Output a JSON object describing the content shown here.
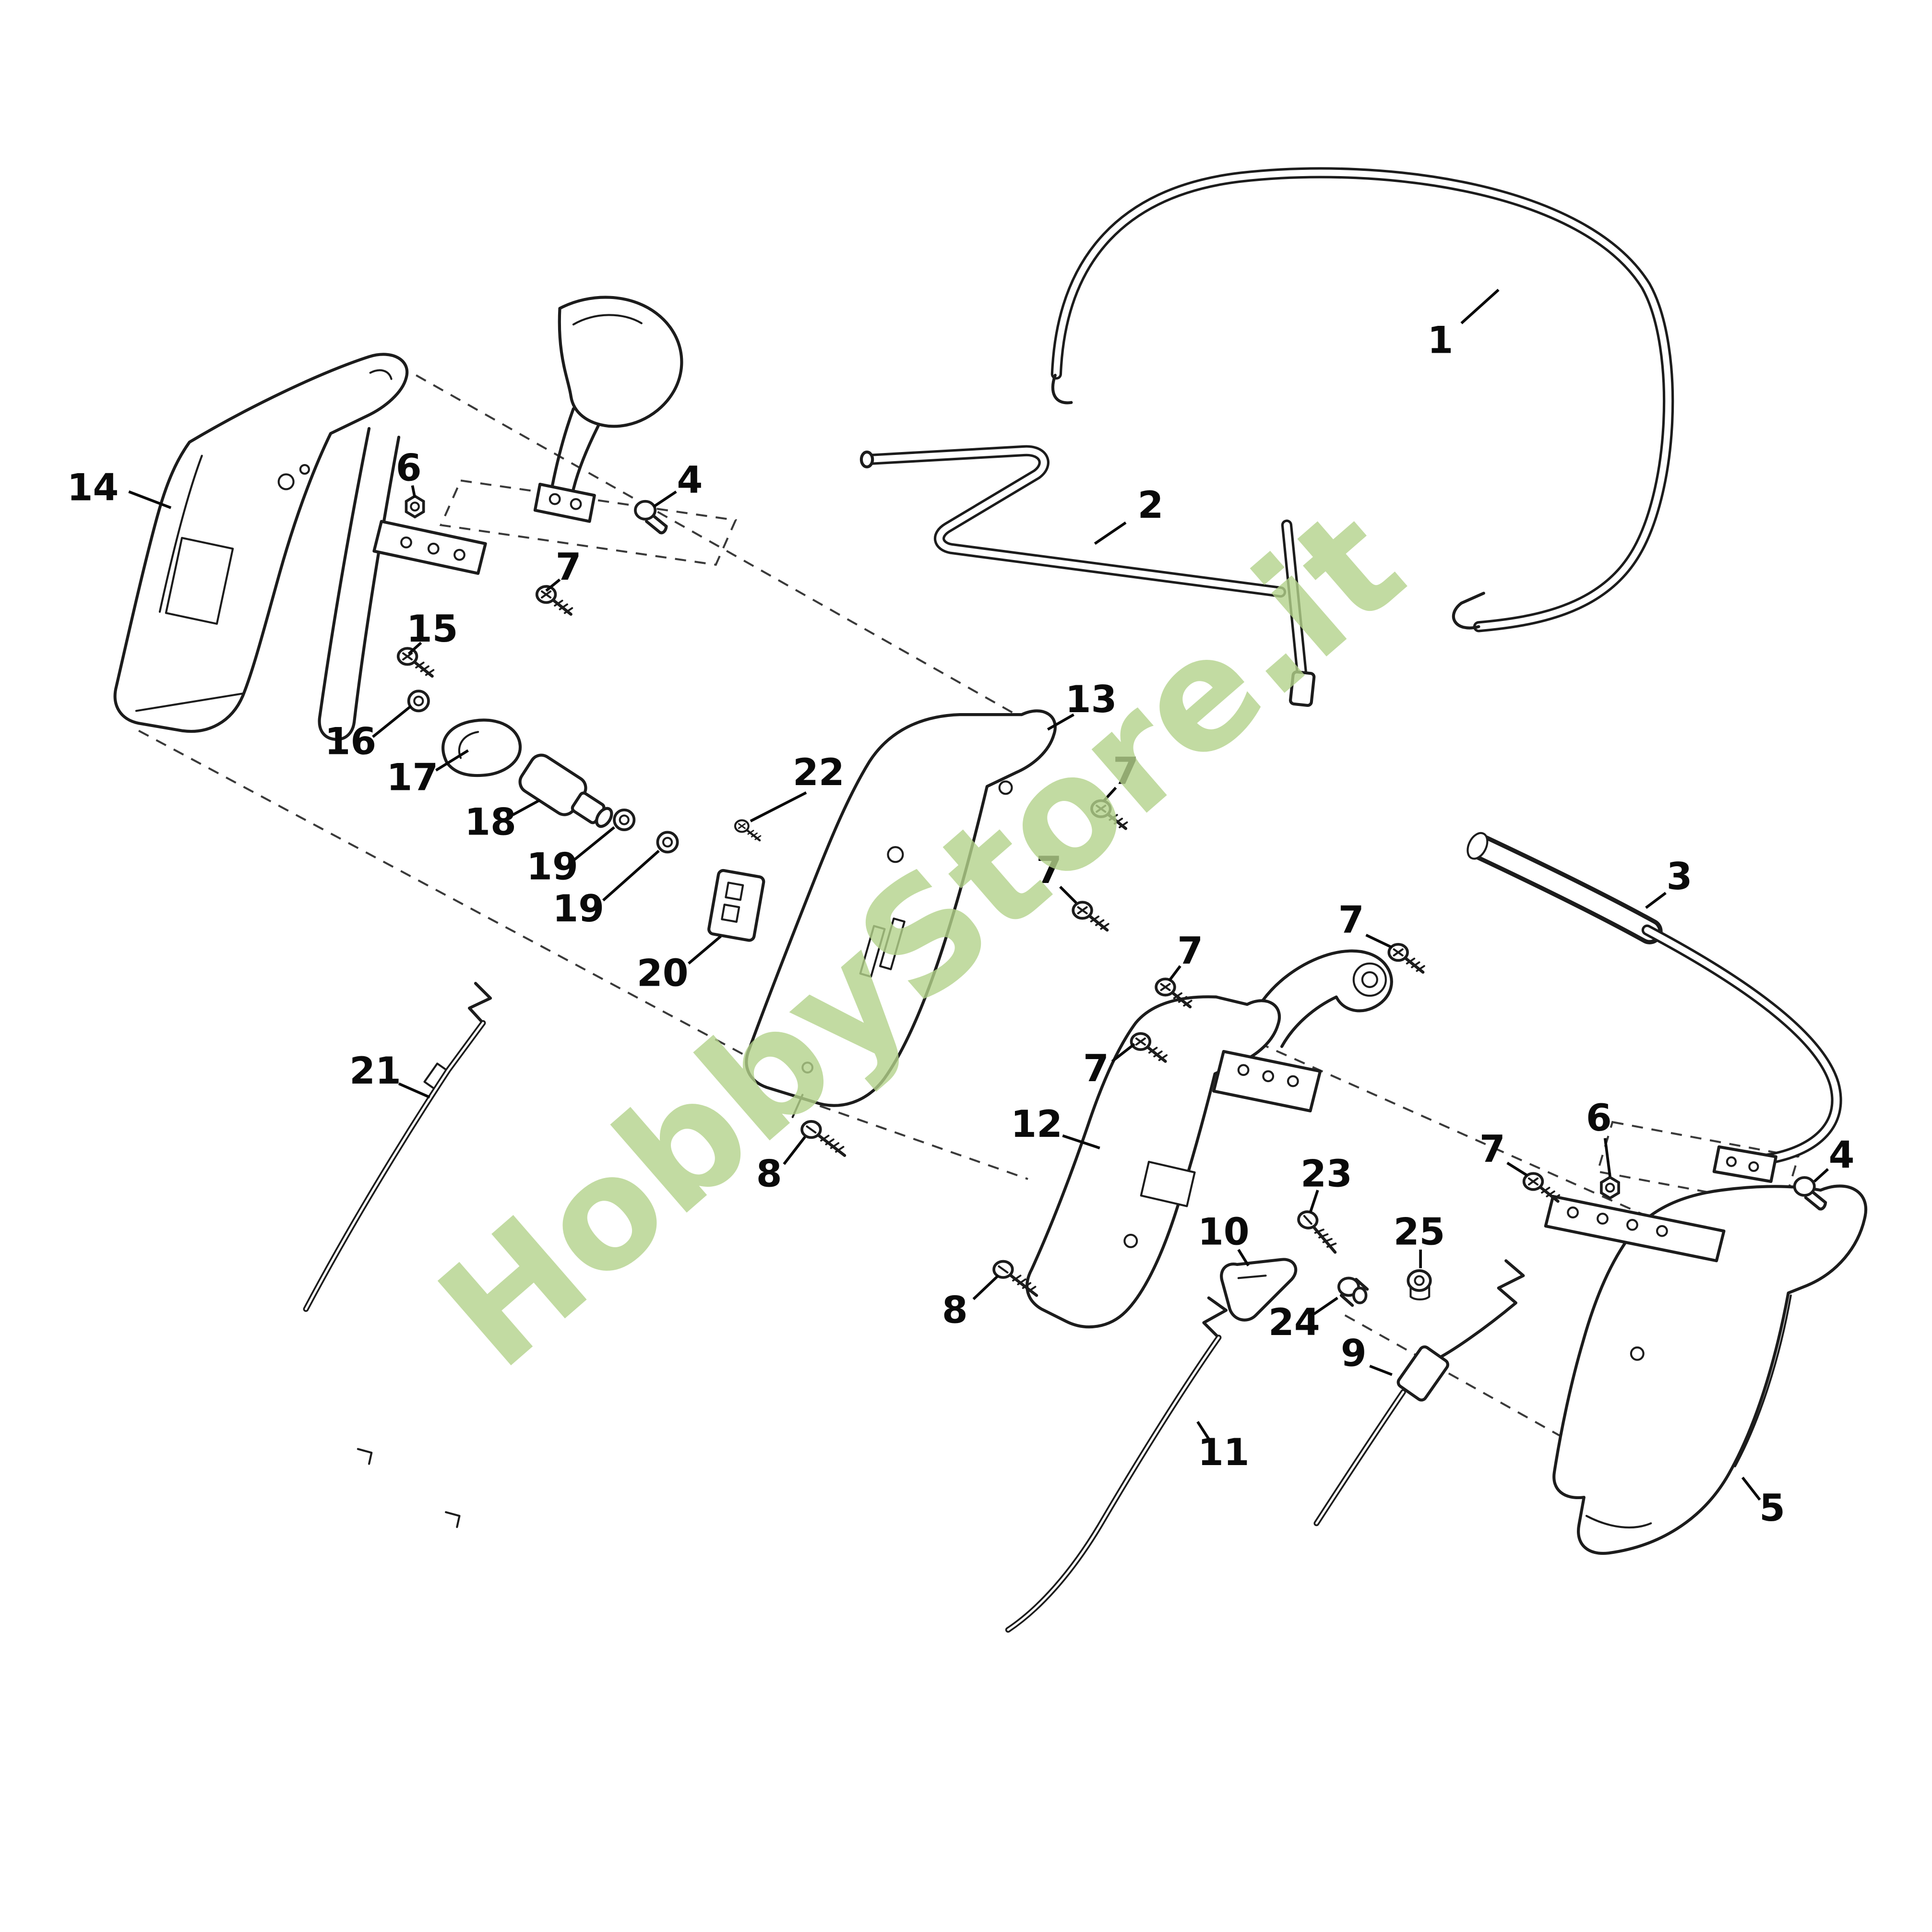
{
  "page": {
    "background": "#ffffff"
  },
  "watermark": {
    "text": "HobbyStore.it",
    "color": "#b4d38b"
  },
  "diagram": {
    "type": "exploded-parts-diagram",
    "line_color": "#1c1c1c",
    "part_labels": [
      {
        "part": "14",
        "text": "14"
      },
      {
        "part": "6",
        "text": "6"
      },
      {
        "part": "4",
        "text": "4"
      },
      {
        "part": "7",
        "text": "7"
      },
      {
        "part": "15",
        "text": "15"
      },
      {
        "part": "16",
        "text": "16"
      },
      {
        "part": "17",
        "text": "17"
      },
      {
        "part": "18",
        "text": "18"
      },
      {
        "part": "19",
        "text": "19"
      },
      {
        "part": "19",
        "text": "19"
      },
      {
        "part": "20",
        "text": "20"
      },
      {
        "part": "22",
        "text": "22"
      },
      {
        "part": "13",
        "text": "13"
      },
      {
        "part": "7",
        "text": "7"
      },
      {
        "part": "7",
        "text": "7"
      },
      {
        "part": "7",
        "text": "7"
      },
      {
        "part": "7",
        "text": "7"
      },
      {
        "part": "7",
        "text": "7"
      },
      {
        "part": "12",
        "text": "12"
      },
      {
        "part": "8",
        "text": "8"
      },
      {
        "part": "23",
        "text": "23"
      },
      {
        "part": "6",
        "text": "6"
      },
      {
        "part": "7",
        "text": "7"
      },
      {
        "part": "4",
        "text": "4"
      },
      {
        "part": "10",
        "text": "10"
      },
      {
        "part": "25",
        "text": "25"
      },
      {
        "part": "24",
        "text": "24"
      },
      {
        "part": "8",
        "text": "8"
      },
      {
        "part": "9",
        "text": "9"
      },
      {
        "part": "11",
        "text": "11"
      },
      {
        "part": "3",
        "text": "3"
      },
      {
        "part": "5",
        "text": "5"
      },
      {
        "part": "21",
        "text": "21"
      },
      {
        "part": "1",
        "text": "1"
      },
      {
        "part": "2",
        "text": "2"
      }
    ]
  }
}
